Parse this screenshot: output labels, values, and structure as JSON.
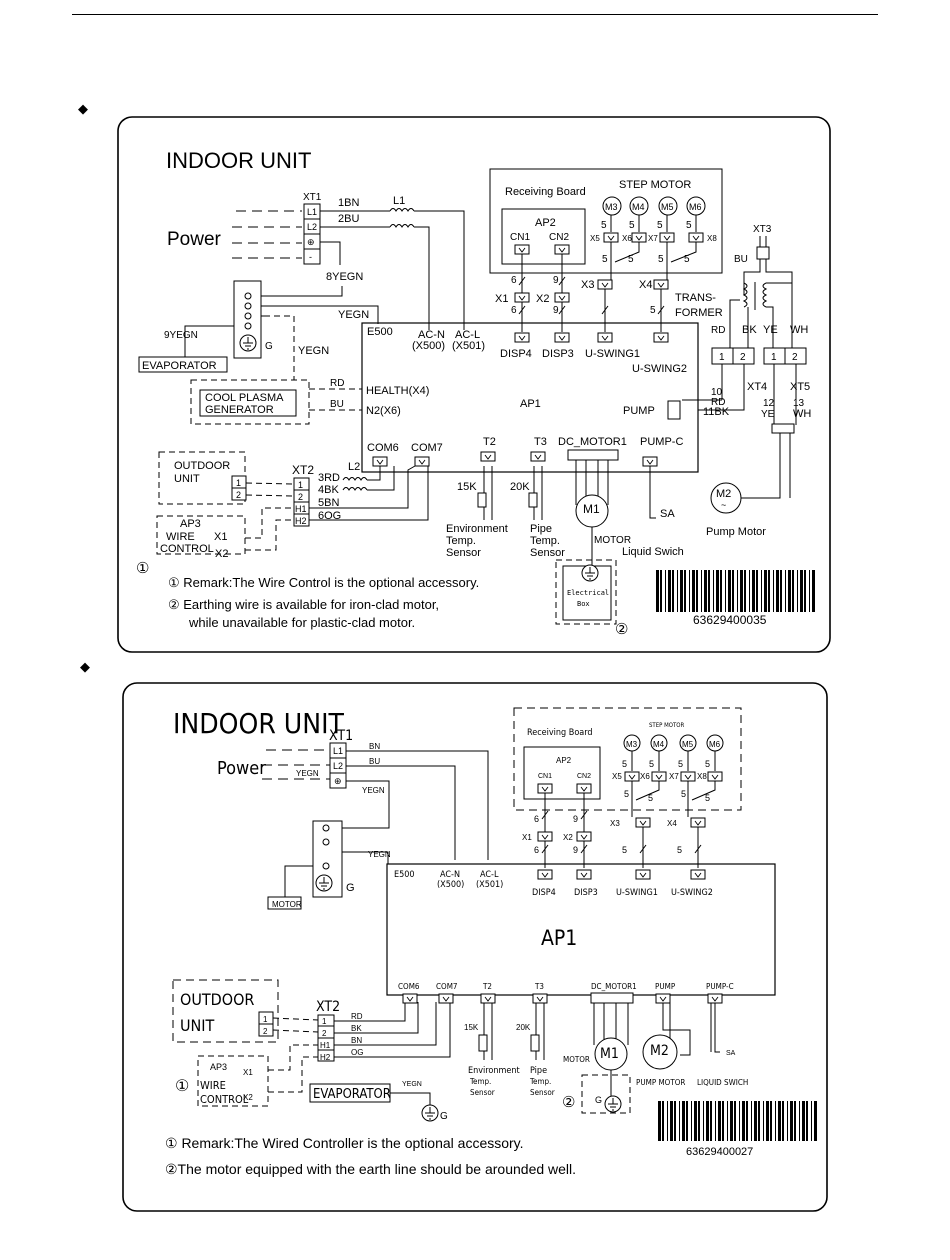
{
  "bullet": "◆",
  "d1": {
    "title": "INDOOR UNIT",
    "power": "Power",
    "xt1": "XT1",
    "xt1_terms": [
      "L1",
      "L2",
      "⊕",
      "-"
    ],
    "w_1bn": "1BN",
    "w_2bu": "2BU",
    "l1": "L1",
    "w_8yegn": "8YEGN",
    "w_9yegn": "9YEGN",
    "evaporator": "EVAPORATOR",
    "g": "G",
    "yegn": "YEGN",
    "cool_plasma": [
      "COOL PLASMA",
      "GENERATOR"
    ],
    "rd": "RD",
    "bu": "BU",
    "health": "HEALTH(X4)",
    "n2": "N2(X6)",
    "e500": "E500",
    "acn": [
      "AC-N",
      "(X500)"
    ],
    "acl": [
      "AC-L",
      "(X501)"
    ],
    "ap1": "AP1",
    "receiving_board": "Receiving Board",
    "step_motor": "STEP MOTOR",
    "motors": [
      "M3",
      "M4",
      "M5",
      "M6"
    ],
    "ap2": "AP2",
    "cn1": "CN1",
    "cn2": "CN2",
    "x5": "X5",
    "x6": "X6",
    "x7": "X7",
    "x8": "X8",
    "x1": "X1",
    "x2": "X2",
    "x3": "X3",
    "x4": "X4",
    "n6": "6",
    "n9": "9",
    "n5": "5",
    "disp4": "DISP4",
    "disp3": "DISP3",
    "uswing1": "U-SWING1",
    "uswing2": "U-SWING2",
    "transformer": [
      "TRANS-",
      "FORMER"
    ],
    "xt3": "XT3",
    "bk": "BK",
    "ye": "YE",
    "wh": "WH",
    "t1": "1",
    "t2": "2",
    "xt4": "XT4",
    "xt5": "XT5",
    "w10": "10",
    "w11bk": "11BK",
    "w12": "12",
    "w13": "13",
    "pump": "PUMP",
    "com6": "COM6",
    "com7": "COM7",
    "t2s": "T2",
    "t3s": "T3",
    "dc_motor1": "DC_MOTOR1",
    "pumpc": "PUMP-C",
    "outdoor": [
      "OUTDOOR",
      "UNIT"
    ],
    "xt2": "XT2",
    "xt2_terms": [
      "1",
      "2",
      "H1",
      "H2"
    ],
    "l2": "L2",
    "w_3rd": "3RD",
    "w_4bk": "4BK",
    "w_5bn": "5BN",
    "w_6og": "6OG",
    "ap3": [
      "AP3",
      "WIRE",
      "CONTROL"
    ],
    "k15": "15K",
    "k20": "20K",
    "env_sensor": [
      "Environment",
      "Temp.",
      "Sensor"
    ],
    "pipe_sensor": [
      "Pipe",
      "Temp.",
      "Sensor"
    ],
    "m1": "M1",
    "motor": "MOTOR",
    "m2": "M2",
    "pump_motor": "Pump Motor",
    "sa": "SA",
    "liquid_swich": "Liquid Swich",
    "electrical_box": [
      "Electrical",
      "Box"
    ],
    "circle1": "①",
    "circle2": "②",
    "remark1": "① Remark:The Wire Control is the optional accessory.",
    "remark2a": "② Earthing wire is available for iron-clad motor,",
    "remark2b": "while unavailable for plastic-clad motor.",
    "barcode": "63629400035"
  },
  "d2": {
    "title": "INDOOR UNIT",
    "power": "Power",
    "xt1": "XT1",
    "xt1_terms": [
      "L1",
      "L2",
      "⊕"
    ],
    "bn": "BN",
    "bu": "BU",
    "yegn": "YEGN",
    "motor_box": "MOTOR",
    "g": "G",
    "e500": "E500",
    "acn": [
      "AC-N",
      "(X500)"
    ],
    "acl": [
      "AC-L",
      "(X501)"
    ],
    "receiving_board": "Receiving Board",
    "step_motor": "STEP MOTOR",
    "motors": [
      "M3",
      "M4",
      "M5",
      "M6"
    ],
    "ap2": "AP2",
    "cn1": "CN1",
    "cn2": "CN2",
    "x1": "X1",
    "x2": "X2",
    "x3": "X3",
    "x4": "X4",
    "x5": "X5",
    "x6": "X6",
    "x7": "X7",
    "x8": "X8",
    "n6": "6",
    "n9": "9",
    "n5": "5",
    "disp4": "DISP4",
    "disp3": "DISP3",
    "uswing1": "U-SWING1",
    "uswing2": "U-SWING2",
    "ap1": "AP1",
    "outdoor": [
      "OUTDOOR",
      "UNIT"
    ],
    "xt2": "XT2",
    "xt2_terms": [
      "1",
      "2",
      "H1",
      "H2"
    ],
    "rd": "RD",
    "bk": "BK",
    "og": "OG",
    "com6": "COM6",
    "com7": "COM7",
    "t2s": "T2",
    "t3s": "T3",
    "dc_motor1": "DC_MOTOR1",
    "pump": "PUMP",
    "pumpc": "PUMP-C",
    "k15": "15K",
    "k20": "20K",
    "env_sensor": [
      "Environment",
      "Temp.",
      "Sensor"
    ],
    "pipe_sensor": [
      "Pipe",
      "Temp.",
      "Sensor"
    ],
    "m1": "M1",
    "motor": "MOTOR",
    "m2": "M2",
    "pump_motor": "PUMP MOTOR",
    "liquid_swich": "LIQUID SWICH",
    "sa": "SA",
    "ap3": [
      "AP3",
      "WIRE",
      "CONTROL"
    ],
    "x1w": "X1",
    "x2w": "X2",
    "evaporator": "EVAPORATOR",
    "circle1": "①",
    "circle2": "②",
    "remark1": "① Remark:The Wired Controller is the optional accessory.",
    "remark2": "②The motor equipped with the earth line should be arounded well.",
    "barcode": "63629400027"
  }
}
